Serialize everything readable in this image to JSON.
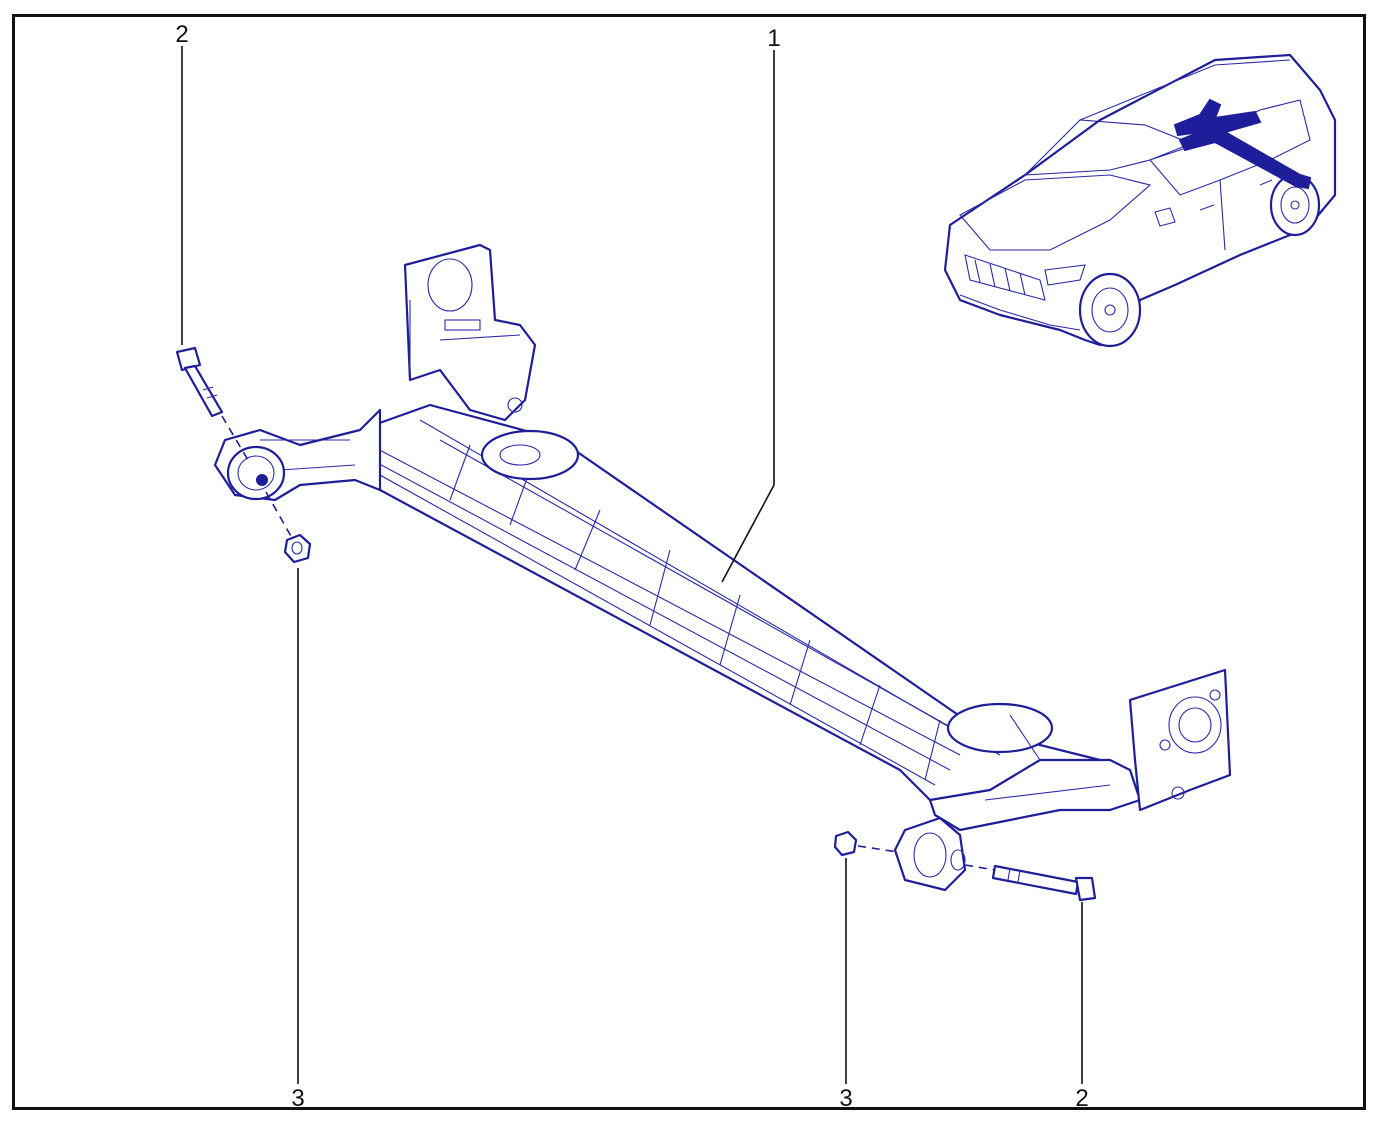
{
  "callouts": [
    {
      "label": "2"
    },
    {
      "label": "1"
    },
    {
      "label": "3"
    },
    {
      "label": "3"
    },
    {
      "label": "2"
    }
  ],
  "colors": {
    "line_art": "#1e1e9a",
    "border": "#111111",
    "background": "#ffffff"
  }
}
